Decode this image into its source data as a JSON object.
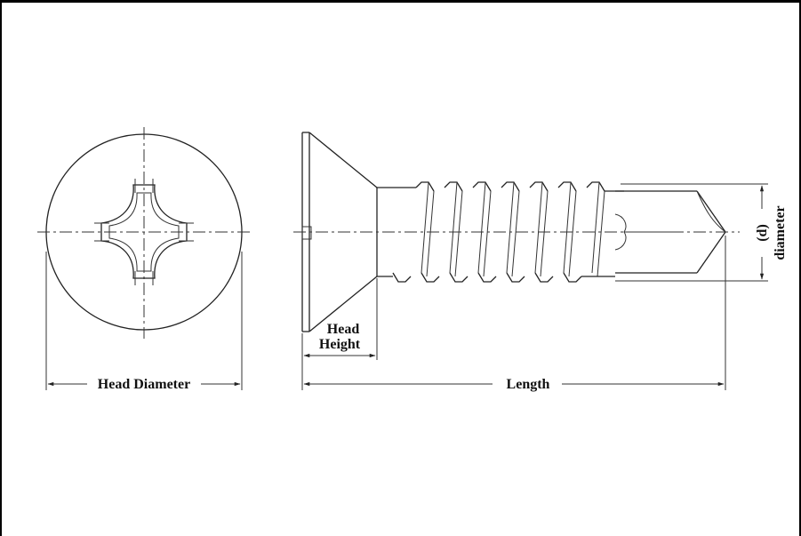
{
  "labels": {
    "head_diameter": "Head Diameter",
    "head": "Head",
    "height": "Height",
    "length": "Length",
    "d": "(d)",
    "diameter": "diameter"
  },
  "colors": {
    "line": "#222222",
    "background": "#ffffff",
    "frame": "#000000"
  }
}
